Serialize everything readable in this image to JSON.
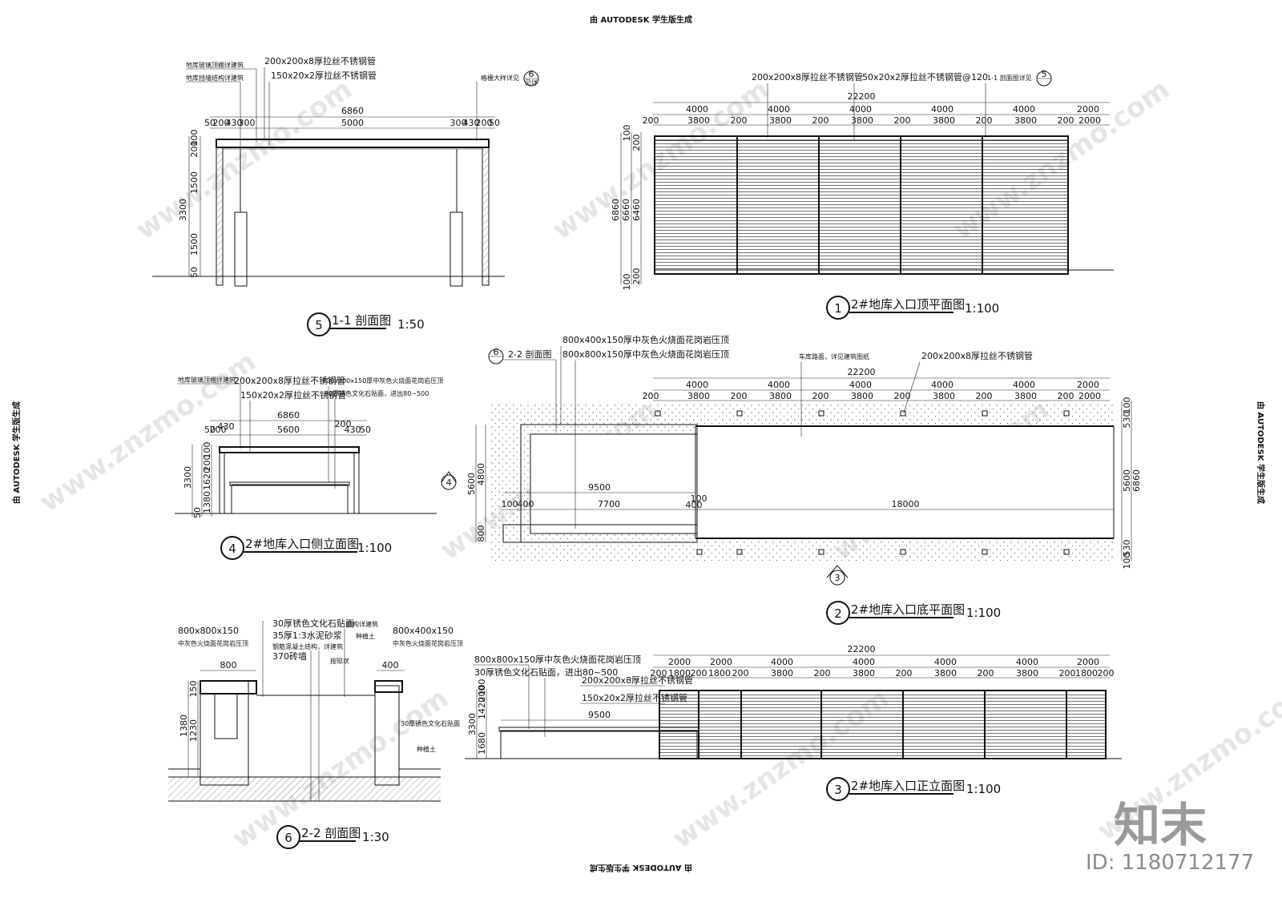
{
  "edge_labels": {
    "top": "由 AUTODESK 学生版生成",
    "bottom": "由 AUTODESK 学生版生成",
    "left": "由 AUTODESK 学生版生成",
    "right": "由 AUTODESK 学生版生成"
  },
  "watermarks": {
    "site": "www.znzmo.com",
    "brand": "知末",
    "id_label": "ID: 1180712177"
  },
  "views": {
    "s11": {
      "num": "5",
      "title": "1-1 剖面图",
      "scale": "1:50",
      "notes": [
        "地库玻璃顶棚详建筑",
        "地库挡墙结构详建筑",
        "格栅大样详见",
        "200x200x8厚拉丝不锈钢管",
        "150x20x2厚拉丝不锈钢管"
      ],
      "callout_num": "6",
      "callout_sub": "见详",
      "dims": [
        "6860",
        "5000",
        "50",
        "200",
        "430",
        "300",
        "300",
        "430",
        "200",
        "50",
        "200",
        "100",
        "1500",
        "1500",
        "3300",
        "50"
      ]
    },
    "plan_top": {
      "num": "1",
      "title": "2#地库入口顶平面图",
      "scale": "1:100",
      "notes": [
        "200x200x8厚拉丝不锈钢管",
        "50x20x2厚拉丝不锈钢管@120",
        "1-1 剖面图详见"
      ],
      "callout_num": "5",
      "dims_total": "22200",
      "dims_mod": [
        "4000",
        "4000",
        "4000",
        "4000",
        "4000",
        "2000"
      ],
      "dims_sub": [
        "200",
        "3800",
        "200",
        "3800",
        "200",
        "3800",
        "200",
        "3800",
        "200",
        "3800",
        "200",
        "2000"
      ],
      "dims_v": [
        "100",
        "200",
        "6860",
        "6660",
        "6460",
        "100",
        "200"
      ]
    },
    "side": {
      "num": "4",
      "title": "2#地库入口侧立面图",
      "scale": "1:100",
      "notes": [
        "地库玻璃顶棚详建筑",
        "200x200x8厚拉丝不锈钢管",
        "800x400x150厚中灰色火烧面花岗岩压顶",
        "150x20x2厚拉丝不锈钢管",
        "30厚锈色文化石贴面，进出80~500"
      ],
      "dims": [
        "6860",
        "430",
        "5600",
        "200",
        "430",
        "50",
        "50",
        "200",
        "100",
        "200",
        "1620",
        "1380",
        "3300",
        "50"
      ]
    },
    "plan_bottom": {
      "num": "2",
      "title": "2#地库入口底平面图",
      "scale": "1:100",
      "notes": [
        "2-2 剖面图",
        "800x400x150厚中灰色火烧面花岗岩压顶",
        "800x800x150厚中灰色火烧面花岗岩压顶",
        "车库路面，详见建筑图纸",
        "200x200x8厚拉丝不锈钢管"
      ],
      "callout_6": "6",
      "callout_4": "4",
      "callout_3": "3",
      "dims_total": "22200",
      "dims_mod": [
        "4000",
        "4000",
        "4000",
        "4000",
        "4000",
        "2000"
      ],
      "dims_sub": [
        "200",
        "3800",
        "200",
        "3800",
        "200",
        "3800",
        "200",
        "3800",
        "200",
        "3800",
        "200",
        "2000"
      ],
      "dims_h": [
        "9500",
        "100",
        "400",
        "7700",
        "100",
        "400",
        "18000"
      ],
      "dims_v": [
        "5600",
        "4800",
        "800",
        "5600",
        "6860",
        "100",
        "530",
        "530",
        "100"
      ]
    },
    "s22": {
      "num": "6",
      "title": "2-2 剖面图",
      "scale": "1:30",
      "notes": [
        "30厚锈色文化石贴面",
        "35厚1:3水泥砂浆",
        "钢筋混凝土结构，详建筑",
        "370砖墙",
        "结构详建筑",
        "种植土",
        "按现状",
        "800x800x150",
        "中灰色火烧面花岗岩压顶",
        "800x400x150",
        "中灰色火烧面花岗岩压顶",
        "30厚锈色文化石贴面",
        "种植土"
      ],
      "dims": [
        "800",
        "400",
        "150",
        "1230",
        "1380"
      ]
    },
    "front": {
      "num": "3",
      "title": "2#地库入口正立面图",
      "scale": "1:100",
      "notes": [
        "800x800x150厚中灰色火烧面花岗岩压顶",
        "30厚锈色文化石贴面，进出80~500",
        "200x200x8厚拉丝不锈钢管",
        "150x20x2厚拉丝不锈钢管"
      ],
      "dims_total": "22200",
      "dims_mod": [
        "2000",
        "2000",
        "4000",
        "4000",
        "4000",
        "4000",
        "2000"
      ],
      "dims_sub": [
        "200",
        "1800",
        "200",
        "1800",
        "200",
        "3800",
        "200",
        "3800",
        "200",
        "3800",
        "200",
        "3800",
        "200",
        "1800",
        "200"
      ],
      "dims_h": [
        "9500"
      ],
      "dims_v": [
        "3300",
        "1680",
        "1420",
        "200",
        "100"
      ]
    }
  }
}
